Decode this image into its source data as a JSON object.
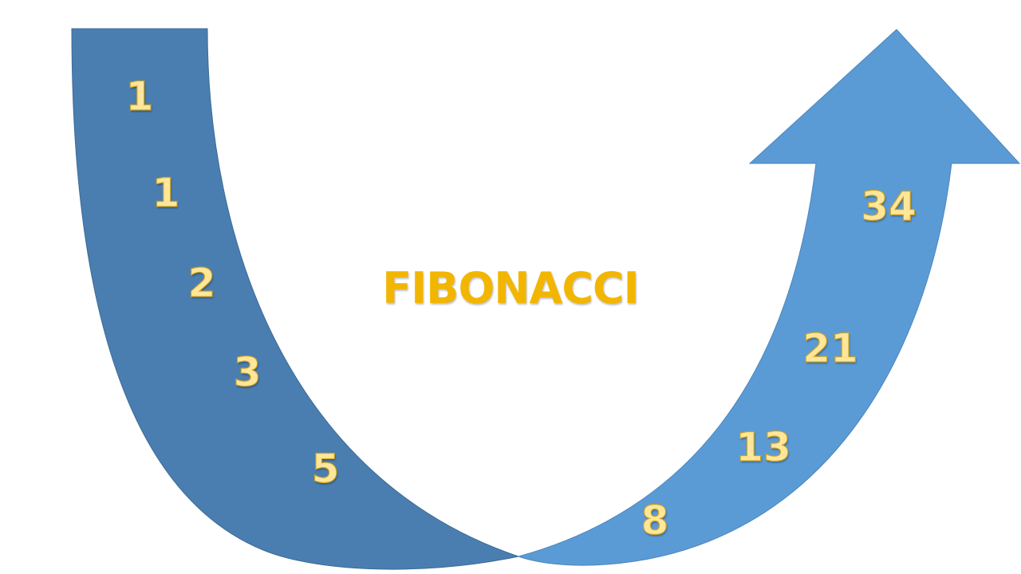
{
  "title": "FIBONACCI",
  "sequence": [
    "1",
    "1",
    "2",
    "3",
    "5",
    "8",
    "13",
    "21",
    "34"
  ],
  "colors": {
    "left_band": "#4a7eb0",
    "right_arrow": "#5b9bd5",
    "title": "#f2b600",
    "numbers": "#ffe699"
  }
}
